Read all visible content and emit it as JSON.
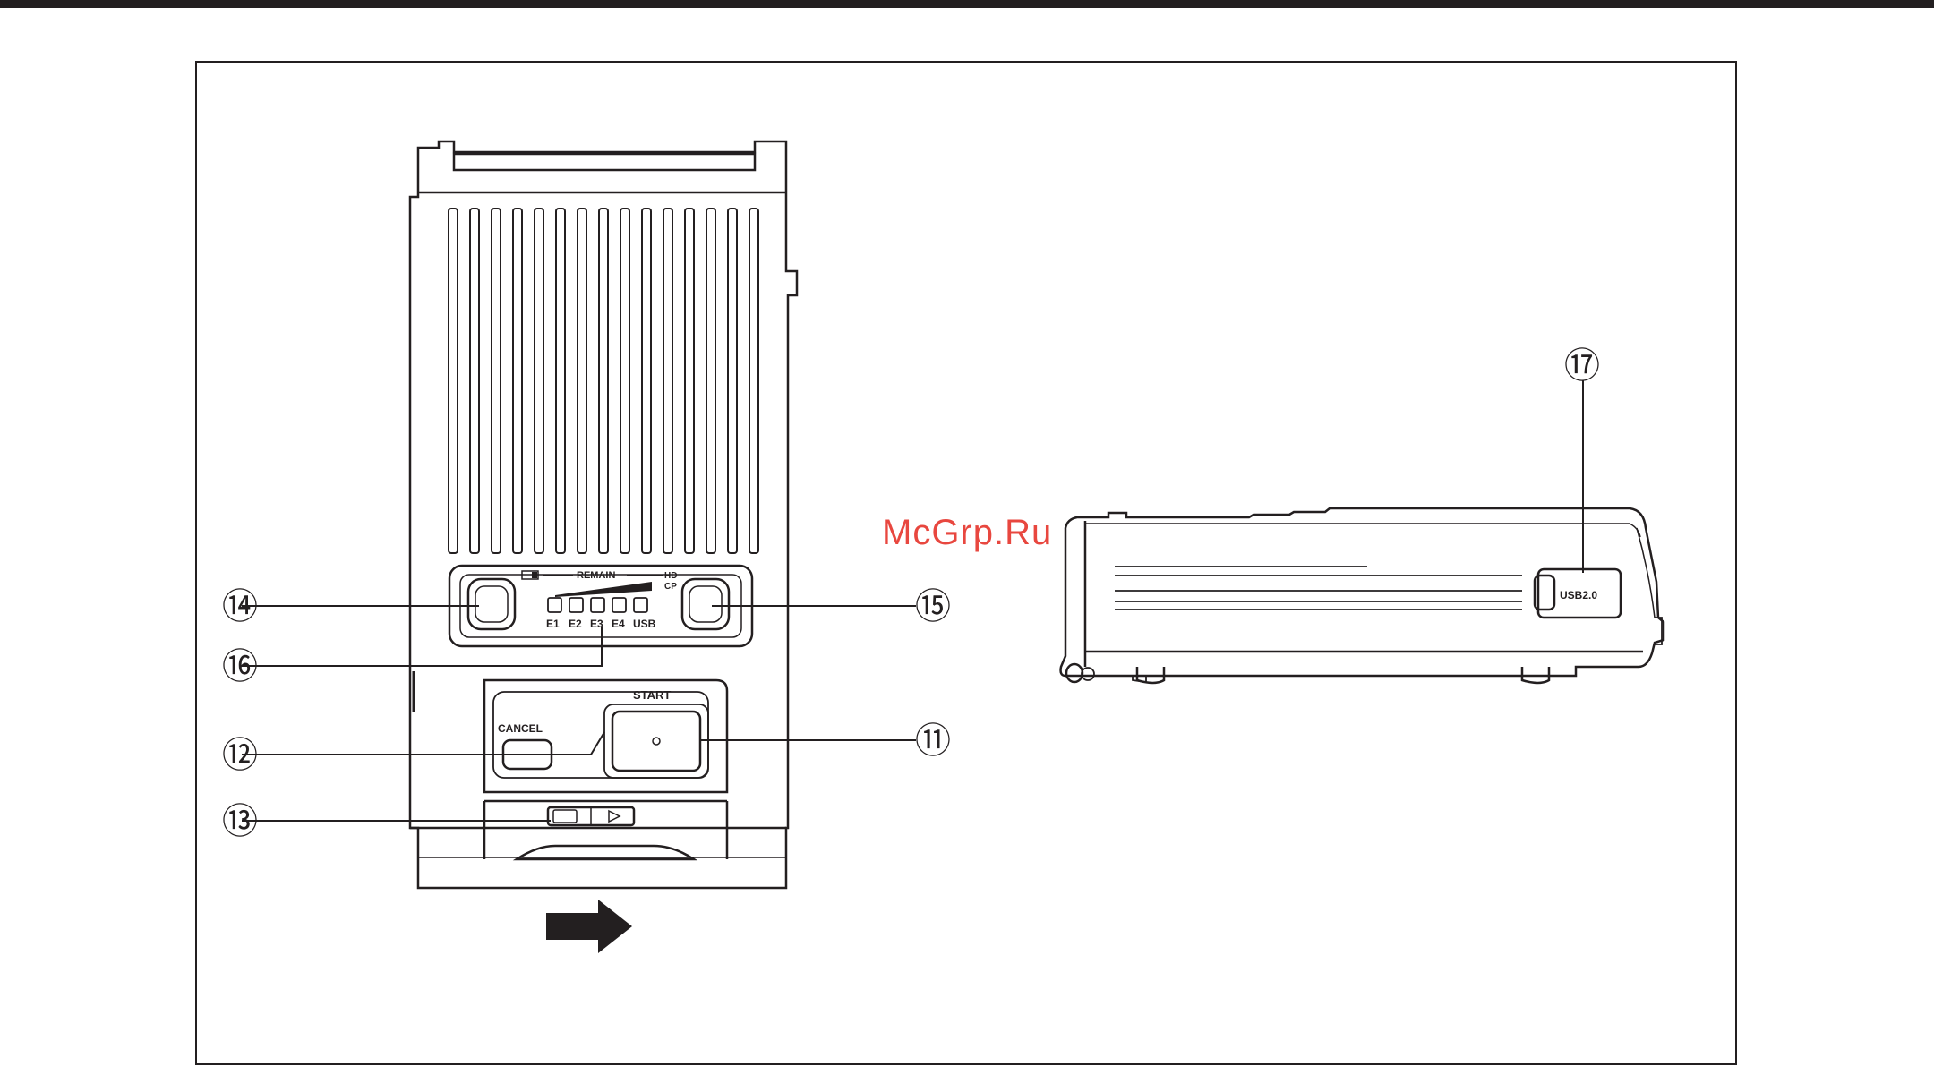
{
  "watermark": "McGrp.Ru",
  "labels": {
    "remain": "REMAIN",
    "hd": "HD",
    "cp": "CP",
    "e1": "E1",
    "e2": "E2",
    "e3": "E3",
    "e4": "E4",
    "usb": "USB",
    "start": "START",
    "cancel": "CANCEL",
    "usb2": "USB2.0"
  },
  "callouts": {
    "c11": "⑪",
    "c12": "⑫",
    "c13": "⑬",
    "c14": "⑭",
    "c15": "⑮",
    "c16": "⑯",
    "c17": "⑰"
  },
  "colors": {
    "ink": "#231f20",
    "watermark": "#e8473f"
  }
}
